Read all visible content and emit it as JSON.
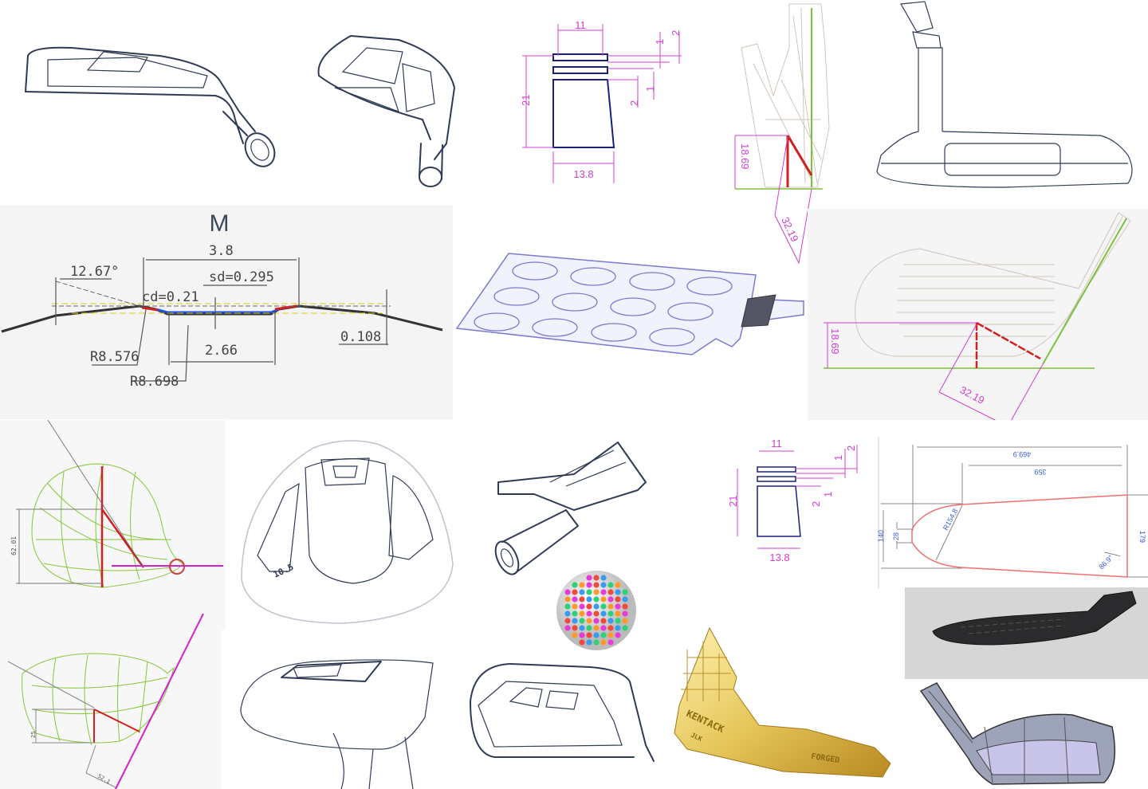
{
  "tiles": {
    "shaft_drawing_1": {
      "top": "11",
      "d1": "1",
      "d2": "2",
      "height": "21",
      "d3": "2",
      "d4": "1",
      "bottom": "13.8"
    },
    "wire_iron_small": {
      "vert": "18.69",
      "diag": "32.19"
    },
    "groove_profile": {
      "title": "M",
      "angle": "12.67°",
      "width": "3.8",
      "sd": "sd=0.295",
      "cd": "cd=0.21",
      "r1": "R8.576",
      "inner": "2.66",
      "r2": "R8.698",
      "depth": "0.108"
    },
    "wire_iron_large": {
      "vert": "18.69",
      "diag": "32.19"
    },
    "green_driver": {
      "height": "62.01"
    },
    "driver_crown": {
      "loft": "10.5"
    },
    "shaft_drawing_2": {
      "top": "11",
      "d1": "1",
      "d2": "2",
      "height": "21",
      "d3": "2",
      "d4": "1",
      "bottom": "13.8"
    },
    "outline_drawing": {
      "overall": "469.9",
      "body": "359",
      "radius": "R154.8",
      "left_h": "140",
      "neck": "28",
      "right_h": "179",
      "angle": "86.9°"
    },
    "green_wood": {
      "h": "25",
      "d": "52.1"
    },
    "gold_club": {
      "brand": "KENTACK",
      "sub": "JLK",
      "stamp": "FORGED"
    }
  },
  "colors": {
    "line": "#2f3b55",
    "dimension": "#d040d0",
    "wire_green": "#86c63a",
    "gold": "#e6c65a"
  }
}
